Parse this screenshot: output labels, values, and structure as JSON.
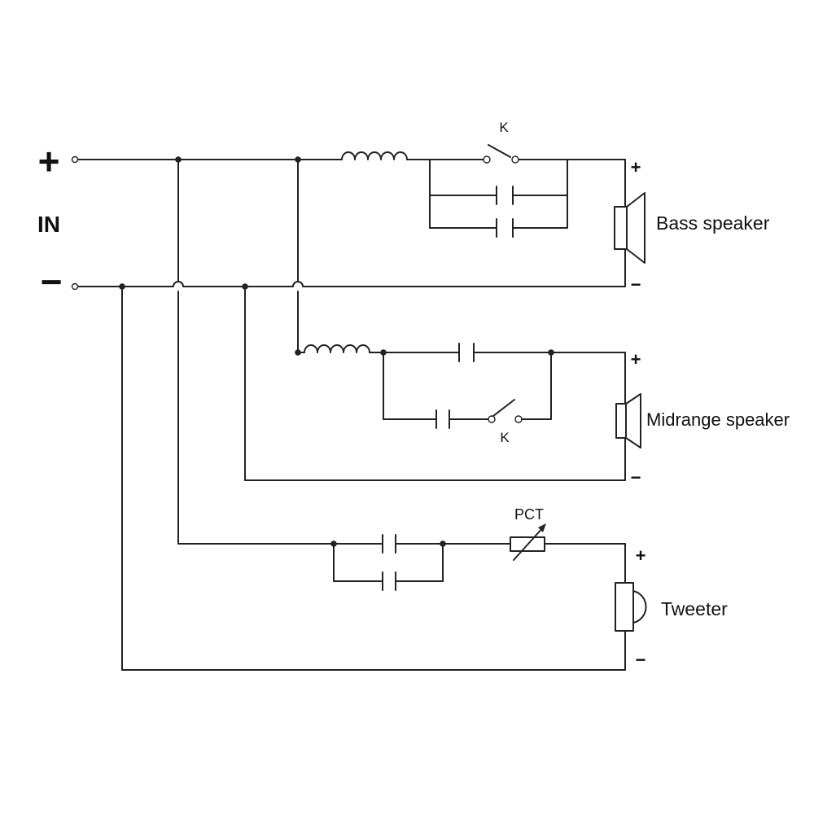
{
  "labels": {
    "in_plus": "+",
    "in_text": "IN",
    "in_minus": "−",
    "switch_k_bass": "K",
    "switch_k_mid": "K",
    "pct": "PCT"
  },
  "speakers": {
    "bass": {
      "name": "Bass speaker",
      "plus": "+",
      "minus": "−"
    },
    "midrange": {
      "name": "Midrange speaker",
      "plus": "+",
      "minus": "−"
    },
    "tweeter": {
      "name": "Tweeter",
      "plus": "+",
      "minus": "−"
    }
  }
}
